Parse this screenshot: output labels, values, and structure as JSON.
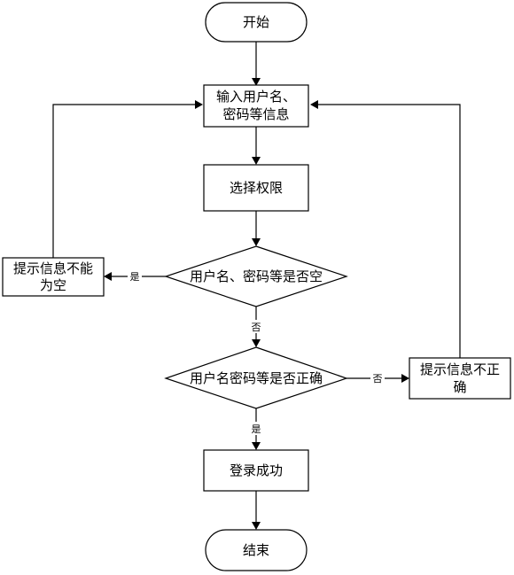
{
  "diagram": {
    "start": "开始",
    "input_line1": "输入用户名、",
    "input_line2": "密码等信息",
    "select": "选择权限",
    "decision_empty": "用户名、密码等是否空",
    "prompt_empty_line1": "提示信息不能",
    "prompt_empty_line2": "为空",
    "decision_correct": "用户名密码等是否正确",
    "prompt_wrong_line1": "提示信息不正",
    "prompt_wrong_line2": "确",
    "success": "登录成功",
    "end": "结束",
    "label_yes_empty": "是",
    "label_no_empty": "否",
    "label_no_correct": "否",
    "label_yes_correct": "是"
  }
}
